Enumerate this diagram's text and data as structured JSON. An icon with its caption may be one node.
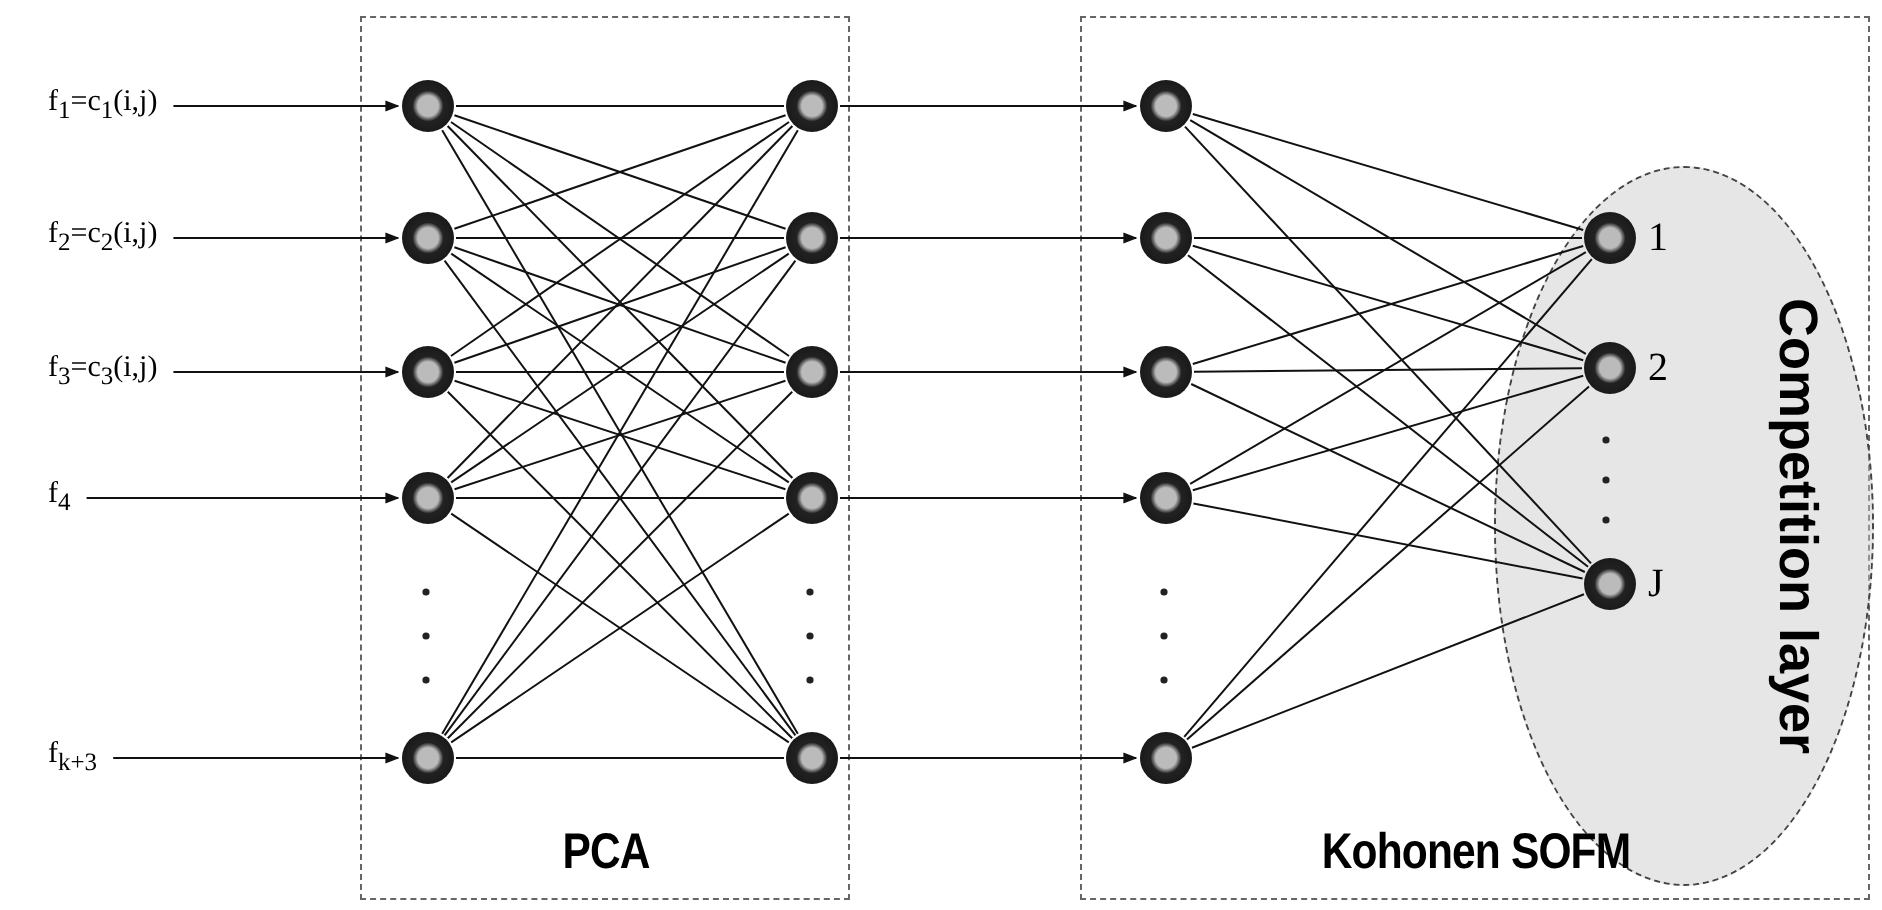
{
  "diagram": {
    "nodes": [
      {
        "text": [
          "PCA"
        ]
      },
      {
        "text": [
          "Kohonen SOFM"
        ]
      },
      {
        "text": [
          "Competition layer"
        ],
        "in": 1
      },
      {
        "text": [
          "f$_{1}$=c$_{1}$(i,j)"
        ]
      },
      {
        "text": [
          "f$_{2}$=c$_{2}$(i,j)"
        ]
      },
      {
        "text": [
          "f$_{3}$=c$_{3}$(i,j)"
        ]
      },
      {
        "text": [
          "f$_{4}$"
        ]
      },
      {
        "text": [
          "f$_{k+3}$"
        ]
      },
      {
        "text": [],
        "shape": "circle",
        "in": 0
      },
      {
        "text": [],
        "shape": "circle",
        "in": 0
      },
      {
        "text": [],
        "shape": "circle",
        "in": 0
      },
      {
        "text": [],
        "shape": "circle",
        "in": 0
      },
      {
        "text": [],
        "shape": "circle",
        "in": 0
      },
      {
        "text": [],
        "shape": "circle",
        "in": 0
      },
      {
        "text": [],
        "shape": "circle",
        "in": 0
      },
      {
        "text": [],
        "shape": "circle",
        "in": 0
      },
      {
        "text": [],
        "shape": "circle",
        "in": 0
      },
      {
        "text": [],
        "shape": "circle",
        "in": 0
      },
      {
        "text": [],
        "shape": "circle",
        "in": 1
      },
      {
        "text": [],
        "shape": "circle",
        "in": 1
      },
      {
        "text": [],
        "shape": "circle",
        "in": 1
      },
      {
        "text": [],
        "shape": "circle",
        "in": 1
      },
      {
        "text": [],
        "shape": "circle",
        "in": 1
      },
      {
        "text": [],
        "shape": "circle",
        "in": 2,
        "beside": [
          "1"
        ]
      },
      {
        "text": [],
        "shape": "circle",
        "in": 2,
        "beside": [
          "2"
        ]
      },
      {
        "text": [],
        "shape": "circle",
        "in": 2,
        "beside": [
          "J"
        ]
      }
    ],
    "edges": [
      {
        "from": 3,
        "to": 8,
        "arrow": "to"
      },
      {
        "from": 4,
        "to": 9,
        "arrow": "to"
      },
      {
        "from": 5,
        "to": 10,
        "arrow": "to"
      },
      {
        "from": 6,
        "to": 11,
        "arrow": "to"
      },
      {
        "from": 7,
        "to": 12,
        "arrow": "to"
      },
      {
        "from": 8,
        "to": 13,
        "arrow": "none"
      },
      {
        "from": 8,
        "to": 14,
        "arrow": "none"
      },
      {
        "from": 8,
        "to": 15,
        "arrow": "none"
      },
      {
        "from": 8,
        "to": 16,
        "arrow": "none"
      },
      {
        "from": 8,
        "to": 17,
        "arrow": "none"
      },
      {
        "from": 9,
        "to": 13,
        "arrow": "none"
      },
      {
        "from": 9,
        "to": 14,
        "arrow": "none"
      },
      {
        "from": 9,
        "to": 15,
        "arrow": "none"
      },
      {
        "from": 9,
        "to": 16,
        "arrow": "none"
      },
      {
        "from": 9,
        "to": 17,
        "arrow": "none"
      },
      {
        "from": 10,
        "to": 13,
        "arrow": "none"
      },
      {
        "from": 10,
        "to": 14,
        "arrow": "none"
      },
      {
        "from": 10,
        "to": 15,
        "arrow": "none"
      },
      {
        "from": 10,
        "to": 16,
        "arrow": "none"
      },
      {
        "from": 10,
        "to": 17,
        "arrow": "none"
      },
      {
        "from": 11,
        "to": 13,
        "arrow": "none"
      },
      {
        "from": 11,
        "to": 14,
        "arrow": "none"
      },
      {
        "from": 11,
        "to": 15,
        "arrow": "none"
      },
      {
        "from": 11,
        "to": 16,
        "arrow": "none"
      },
      {
        "from": 11,
        "to": 17,
        "arrow": "none"
      },
      {
        "from": 12,
        "to": 13,
        "arrow": "none"
      },
      {
        "from": 12,
        "to": 14,
        "arrow": "none"
      },
      {
        "from": 12,
        "to": 15,
        "arrow": "none"
      },
      {
        "from": 12,
        "to": 16,
        "arrow": "none"
      },
      {
        "from": 12,
        "to": 17,
        "arrow": "none"
      },
      {
        "from": 13,
        "to": 18,
        "arrow": "to"
      },
      {
        "from": 14,
        "to": 19,
        "arrow": "to"
      },
      {
        "from": 15,
        "to": 20,
        "arrow": "to"
      },
      {
        "from": 16,
        "to": 21,
        "arrow": "to"
      },
      {
        "from": 17,
        "to": 22,
        "arrow": "to"
      },
      {
        "from": 18,
        "to": 23,
        "arrow": "none"
      },
      {
        "from": 18,
        "to": 24,
        "arrow": "none"
      },
      {
        "from": 18,
        "to": 25,
        "arrow": "none"
      },
      {
        "from": 19,
        "to": 23,
        "arrow": "none"
      },
      {
        "from": 19,
        "to": 24,
        "arrow": "none"
      },
      {
        "from": 19,
        "to": 25,
        "arrow": "none"
      },
      {
        "from": 20,
        "to": 23,
        "arrow": "none"
      },
      {
        "from": 20,
        "to": 24,
        "arrow": "none"
      },
      {
        "from": 20,
        "to": 25,
        "arrow": "none"
      },
      {
        "from": 21,
        "to": 23,
        "arrow": "none"
      },
      {
        "from": 21,
        "to": 24,
        "arrow": "none"
      },
      {
        "from": 21,
        "to": 25,
        "arrow": "none"
      },
      {
        "from": 22,
        "to": 23,
        "arrow": "none"
      },
      {
        "from": 22,
        "to": 24,
        "arrow": "none"
      },
      {
        "from": 22,
        "to": 25,
        "arrow": "none"
      }
    ]
  }
}
